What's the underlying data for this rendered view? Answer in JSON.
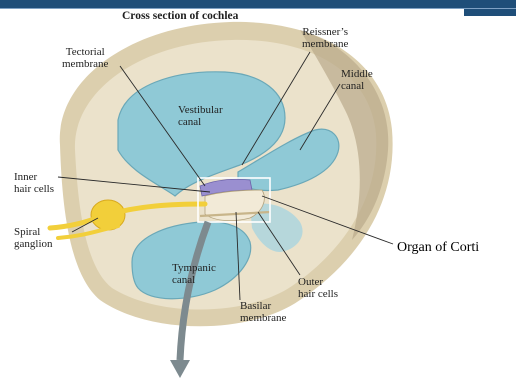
{
  "title": "Cross section of cochlea",
  "labels": {
    "tectorial": "Tectorial\nmembrane",
    "reissner": "Reissner’s\nmembrane",
    "middle_canal": "Middle\ncanal",
    "vestibular": "Vestibular\ncanal",
    "inner_hair": "Inner\nhair cells",
    "spiral": "Spiral\nganglion",
    "tympanic": "Tympanic\ncanal",
    "outer_hair": "Outer\nhair cells",
    "basilar": "Basilar\nmembrane",
    "organ_of_corti": "Organ of Corti"
  },
  "colors": {
    "header_bar": "#1f4e79",
    "fluid": "#8fc9d6",
    "tissue": "#e8ddc6",
    "bone": "#d6c7a4",
    "ganglion": "#f2cf3a",
    "membrane": "#9a8fd0",
    "arrow": "#7d8a8f"
  }
}
